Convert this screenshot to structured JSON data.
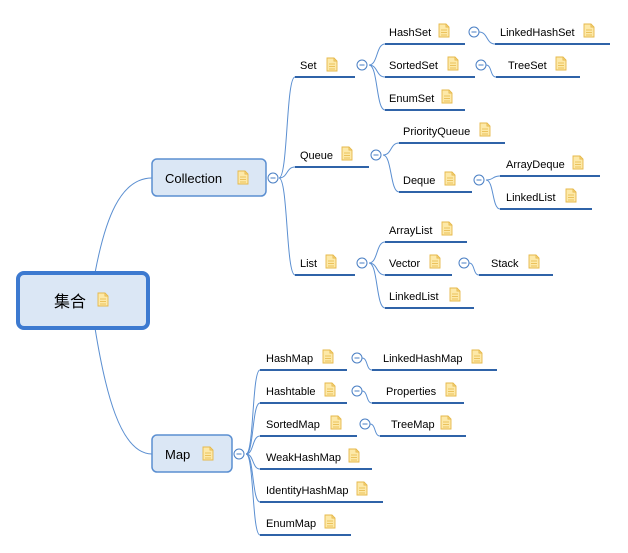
{
  "colors": {
    "edge": "#5b8fd1",
    "underline": "#2f63a8",
    "main_fill": "#dbe7f5",
    "main_stroke": "#5b8fd1",
    "root_stroke": "#3d7ad0",
    "note_fill": "#fde9a8",
    "note_stroke": "#e6b84a"
  },
  "root": {
    "label": "集合",
    "icon": "note-icon"
  },
  "nodes": {
    "collection": "Collection",
    "map": "Map",
    "set": "Set",
    "queue": "Queue",
    "list": "List",
    "hashset": "HashSet",
    "linkedhashset": "LinkedHashSet",
    "sortedset": "SortedSet",
    "treeset": "TreeSet",
    "enumset": "EnumSet",
    "priorityqueue": "PriorityQueue",
    "deque": "Deque",
    "arraydeque": "ArrayDeque",
    "linkedlist_deque": "LinkedList",
    "arraylist": "ArrayList",
    "vector": "Vector",
    "stack": "Stack",
    "linkedlist_list": "LinkedList",
    "hashmap": "HashMap",
    "linkedhashmap": "LinkedHashMap",
    "hashtable": "Hashtable",
    "properties": "Properties",
    "sortedmap": "SortedMap",
    "treemap": "TreeMap",
    "weakhashmap": "WeakHashMap",
    "identityhashmap": "IdentityHashMap",
    "enummap": "EnumMap"
  },
  "icons": {
    "note": "note-icon",
    "collapse": "collapse-toggle-icon"
  }
}
